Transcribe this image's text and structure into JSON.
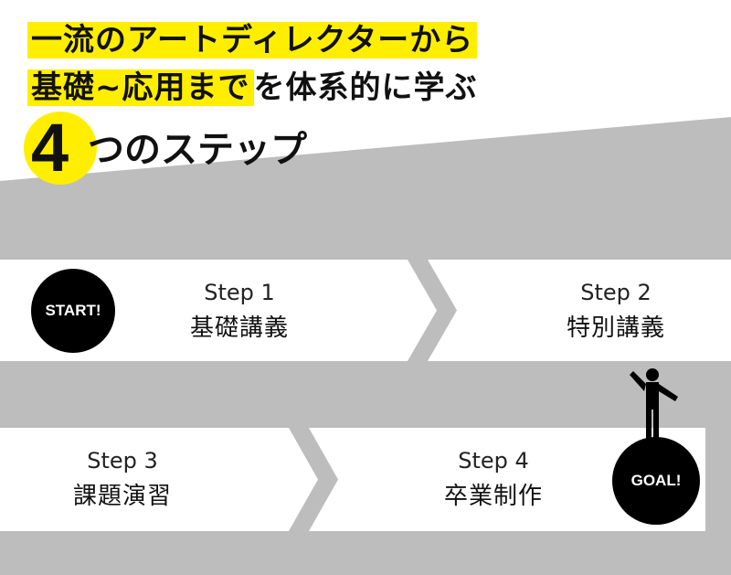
{
  "headline": {
    "line1": "一流のアートディレクターから",
    "line2_highlight": "基礎~応用まで",
    "line2_rest": "を体系的に学ぶ"
  },
  "badge": {
    "number": "4",
    "text": "つのステップ"
  },
  "markers": {
    "start": "START!",
    "goal": "GOAL!"
  },
  "steps": [
    {
      "label": "Step 1",
      "title": "基礎講義"
    },
    {
      "label": "Step 2",
      "title": "特別講義"
    },
    {
      "label": "Step 3",
      "title": "課題演習"
    },
    {
      "label": "Step 4",
      "title": "卒業制作"
    }
  ],
  "colors": {
    "accent_yellow": "#ffee00",
    "track_gray": "#bdbdbd",
    "ink": "#000000"
  },
  "icons": [
    "person-pointing-icon",
    "chevron-right-icon"
  ]
}
